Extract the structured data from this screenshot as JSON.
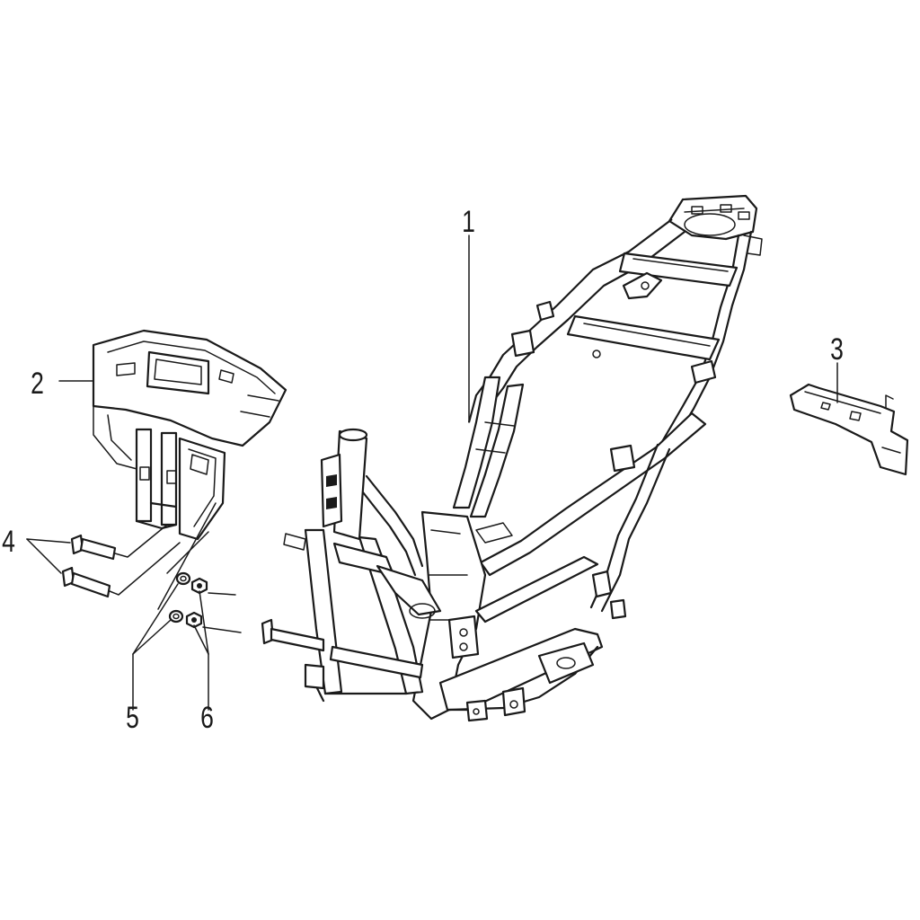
{
  "diagram": {
    "line_color": "#1a1a1a",
    "background": "#ffffff",
    "callouts": [
      {
        "id": "frame",
        "label": "1"
      },
      {
        "id": "front-cover",
        "label": "2"
      },
      {
        "id": "rear-bracket",
        "label": "3"
      },
      {
        "id": "bolts",
        "label": "4"
      },
      {
        "id": "washers",
        "label": "5"
      },
      {
        "id": "nuts",
        "label": "6"
      }
    ]
  }
}
